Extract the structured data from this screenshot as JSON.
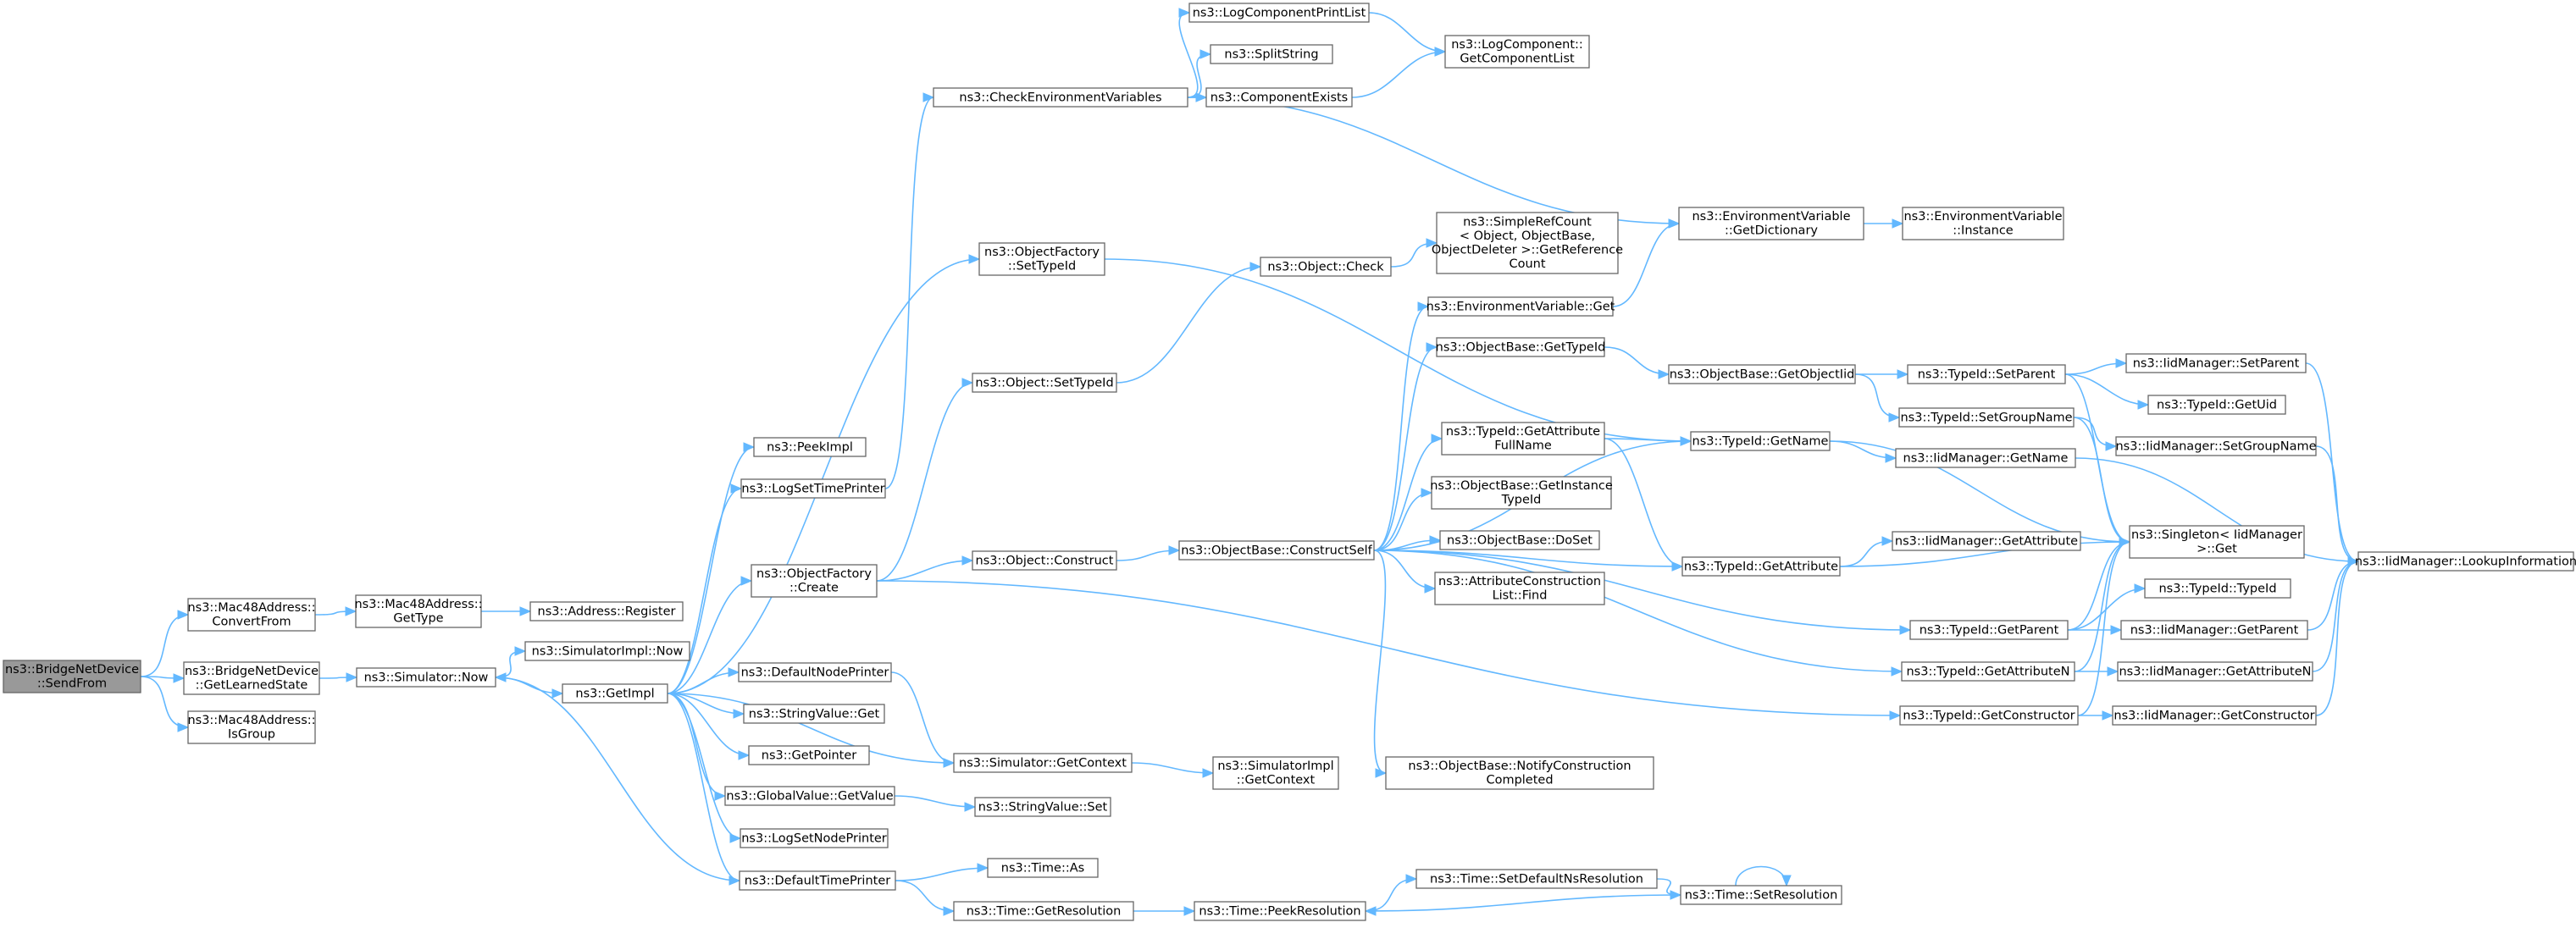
{
  "diagram": {
    "nodes": [
      {
        "id": "root",
        "lines": [
          "ns3::BridgeNetDevice",
          "::SendFrom"
        ],
        "root": true
      },
      {
        "id": "mac_convert",
        "lines": [
          "ns3::Mac48Address::",
          "ConvertFrom"
        ]
      },
      {
        "id": "bridge_learned",
        "lines": [
          "ns3::BridgeNetDevice",
          "::GetLearnedState"
        ]
      },
      {
        "id": "mac_isgroup",
        "lines": [
          "ns3::Mac48Address::",
          "IsGroup"
        ]
      },
      {
        "id": "mac_gettype",
        "lines": [
          "ns3::Mac48Address::",
          "GetType"
        ]
      },
      {
        "id": "addr_register",
        "lines": [
          "ns3::Address::Register"
        ]
      },
      {
        "id": "sim_now",
        "lines": [
          "ns3::Simulator::Now"
        ]
      },
      {
        "id": "simimpl_now",
        "lines": [
          "ns3::SimulatorImpl::Now"
        ]
      },
      {
        "id": "getimpl",
        "lines": [
          "ns3::GetImpl"
        ]
      },
      {
        "id": "peekimpl",
        "lines": [
          "ns3::PeekImpl"
        ]
      },
      {
        "id": "logsettime",
        "lines": [
          "ns3::LogSetTimePrinter"
        ]
      },
      {
        "id": "objfactory_create",
        "lines": [
          "ns3::ObjectFactory",
          "::Create"
        ]
      },
      {
        "id": "defnodeprinter",
        "lines": [
          "ns3::DefaultNodePrinter"
        ]
      },
      {
        "id": "stringvalue_get",
        "lines": [
          "ns3::StringValue::Get"
        ]
      },
      {
        "id": "getpointer",
        "lines": [
          "ns3::GetPointer"
        ]
      },
      {
        "id": "globalvalue_get",
        "lines": [
          "ns3::GlobalValue::GetValue"
        ]
      },
      {
        "id": "logsetnode",
        "lines": [
          "ns3::LogSetNodePrinter"
        ]
      },
      {
        "id": "deftimeprinter",
        "lines": [
          "ns3::DefaultTimePrinter"
        ]
      },
      {
        "id": "checkenv",
        "lines": [
          "ns3::CheckEnvironmentVariables"
        ]
      },
      {
        "id": "logcompprint",
        "lines": [
          "ns3::LogComponentPrintList"
        ]
      },
      {
        "id": "splitstring",
        "lines": [
          "ns3::SplitString"
        ]
      },
      {
        "id": "compexists",
        "lines": [
          "ns3::ComponentExists"
        ]
      },
      {
        "id": "logcomp_getlist",
        "lines": [
          "ns3::LogComponent::",
          "GetComponentList"
        ]
      },
      {
        "id": "objfactory_settypeid",
        "lines": [
          "ns3::ObjectFactory",
          "::SetTypeId"
        ]
      },
      {
        "id": "object_settypeid",
        "lines": [
          "ns3::Object::SetTypeId"
        ]
      },
      {
        "id": "object_check",
        "lines": [
          "ns3::Object::Check"
        ]
      },
      {
        "id": "simplerefcount",
        "lines": [
          "ns3::SimpleRefCount",
          "< Object, ObjectBase,",
          "ObjectDeleter >::GetReference",
          "Count"
        ]
      },
      {
        "id": "object_construct",
        "lines": [
          "ns3::Object::Construct"
        ]
      },
      {
        "id": "sim_getcontext",
        "lines": [
          "ns3::Simulator::GetContext"
        ]
      },
      {
        "id": "simimpl_getcontext",
        "lines": [
          "ns3::SimulatorImpl",
          "::GetContext"
        ]
      },
      {
        "id": "stringvalue_set",
        "lines": [
          "ns3::StringValue::Set"
        ]
      },
      {
        "id": "time_as",
        "lines": [
          "ns3::Time::As"
        ]
      },
      {
        "id": "time_getres",
        "lines": [
          "ns3::Time::GetResolution"
        ]
      },
      {
        "id": "time_peekres",
        "lines": [
          "ns3::Time::PeekResolution"
        ]
      },
      {
        "id": "time_setdefns",
        "lines": [
          "ns3::Time::SetDefaultNsResolution"
        ]
      },
      {
        "id": "time_setres",
        "lines": [
          "ns3::Time::SetResolution"
        ]
      },
      {
        "id": "objbase_constructself",
        "lines": [
          "ns3::ObjectBase::ConstructSelf"
        ]
      },
      {
        "id": "envvar_get",
        "lines": [
          "ns3::EnvironmentVariable::Get"
        ]
      },
      {
        "id": "envvar_getdict",
        "lines": [
          "ns3::EnvironmentVariable",
          "::GetDictionary"
        ]
      },
      {
        "id": "envvar_instance",
        "lines": [
          "ns3::EnvironmentVariable",
          "::Instance"
        ]
      },
      {
        "id": "objbase_gettypeid",
        "lines": [
          "ns3::ObjectBase::GetTypeId"
        ]
      },
      {
        "id": "typeid_getattrfullname",
        "lines": [
          "ns3::TypeId::GetAttribute",
          "FullName"
        ]
      },
      {
        "id": "objbase_getinstancetypeid",
        "lines": [
          "ns3::ObjectBase::GetInstance",
          "TypeId"
        ]
      },
      {
        "id": "objbase_doset",
        "lines": [
          "ns3::ObjectBase::DoSet"
        ]
      },
      {
        "id": "attrconstruct_find",
        "lines": [
          "ns3::AttributeConstruction",
          "List::Find"
        ]
      },
      {
        "id": "objbase_notify",
        "lines": [
          "ns3::ObjectBase::NotifyConstruction",
          "Completed"
        ]
      },
      {
        "id": "objbase_getobjectiid",
        "lines": [
          "ns3::ObjectBase::GetObjectIid"
        ]
      },
      {
        "id": "typeid_getname",
        "lines": [
          "ns3::TypeId::GetName"
        ]
      },
      {
        "id": "typeid_getattribute",
        "lines": [
          "ns3::TypeId::GetAttribute"
        ]
      },
      {
        "id": "typeid_getparent",
        "lines": [
          "ns3::TypeId::GetParent"
        ]
      },
      {
        "id": "typeid_getattributen",
        "lines": [
          "ns3::TypeId::GetAttributeN"
        ]
      },
      {
        "id": "typeid_getconstructor",
        "lines": [
          "ns3::TypeId::GetConstructor"
        ]
      },
      {
        "id": "typeid_setparent",
        "lines": [
          "ns3::TypeId::SetParent"
        ]
      },
      {
        "id": "typeid_setgroupname",
        "lines": [
          "ns3::TypeId::SetGroupName"
        ]
      },
      {
        "id": "iid_getname",
        "lines": [
          "ns3::IidManager::GetName"
        ]
      },
      {
        "id": "iid_getattribute",
        "lines": [
          "ns3::IidManager::GetAttribute"
        ]
      },
      {
        "id": "singleton_get",
        "lines": [
          "ns3::Singleton< IidManager",
          ">::Get"
        ]
      },
      {
        "id": "typeid_typeid",
        "lines": [
          "ns3::TypeId::TypeId"
        ]
      },
      {
        "id": "iid_setparent",
        "lines": [
          "ns3::IidManager::SetParent"
        ]
      },
      {
        "id": "typeid_getuid",
        "lines": [
          "ns3::TypeId::GetUid"
        ]
      },
      {
        "id": "iid_setgroupname",
        "lines": [
          "ns3::IidManager::SetGroupName"
        ]
      },
      {
        "id": "iid_getparent",
        "lines": [
          "ns3::IidManager::GetParent"
        ]
      },
      {
        "id": "iid_getattributen",
        "lines": [
          "ns3::IidManager::GetAttributeN"
        ]
      },
      {
        "id": "iid_getconstructor",
        "lines": [
          "ns3::IidManager::GetConstructor"
        ]
      },
      {
        "id": "iid_lookup",
        "lines": [
          "ns3::IidManager::LookupInformation"
        ]
      }
    ],
    "edges": [
      [
        "root",
        "mac_convert"
      ],
      [
        "root",
        "bridge_learned"
      ],
      [
        "root",
        "mac_isgroup"
      ],
      [
        "mac_convert",
        "mac_gettype"
      ],
      [
        "mac_gettype",
        "addr_register"
      ],
      [
        "bridge_learned",
        "sim_now"
      ],
      [
        "sim_now",
        "simimpl_now"
      ],
      [
        "sim_now",
        "getimpl"
      ],
      [
        "getimpl",
        "peekimpl"
      ],
      [
        "getimpl",
        "logsettime"
      ],
      [
        "getimpl",
        "objfactory_create"
      ],
      [
        "getimpl",
        "defnodeprinter"
      ],
      [
        "getimpl",
        "stringvalue_get"
      ],
      [
        "getimpl",
        "getpointer"
      ],
      [
        "getimpl",
        "globalvalue_get"
      ],
      [
        "getimpl",
        "logsetnode"
      ],
      [
        "getimpl",
        "deftimeprinter"
      ],
      [
        "getimpl",
        "sim_getcontext"
      ],
      [
        "getimpl",
        "objfactory_settypeid"
      ],
      [
        "logsettime",
        "checkenv"
      ],
      [
        "objfactory_create",
        "object_settypeid"
      ],
      [
        "objfactory_create",
        "object_construct"
      ],
      [
        "objfactory_create",
        "typeid_getconstructor"
      ],
      [
        "defnodeprinter",
        "sim_getcontext"
      ],
      [
        "globalvalue_get",
        "stringvalue_set"
      ],
      [
        "deftimeprinter",
        "sim_now"
      ],
      [
        "deftimeprinter",
        "time_as"
      ],
      [
        "deftimeprinter",
        "time_getres"
      ],
      [
        "checkenv",
        "logcompprint"
      ],
      [
        "checkenv",
        "splitstring"
      ],
      [
        "checkenv",
        "compexists"
      ],
      [
        "checkenv",
        "envvar_getdict"
      ],
      [
        "logcompprint",
        "logcomp_getlist"
      ],
      [
        "compexists",
        "logcomp_getlist"
      ],
      [
        "objfactory_settypeid",
        "typeid_getname"
      ],
      [
        "object_settypeid",
        "object_check"
      ],
      [
        "object_check",
        "simplerefcount"
      ],
      [
        "object_construct",
        "objbase_constructself"
      ],
      [
        "sim_getcontext",
        "simimpl_getcontext"
      ],
      [
        "time_getres",
        "time_peekres"
      ],
      [
        "time_peekres",
        "time_setdefns"
      ],
      [
        "time_setdefns",
        "time_setres"
      ],
      [
        "time_setres",
        "time_peekres"
      ],
      [
        "time_setres",
        "time_setres"
      ],
      [
        "objbase_constructself",
        "envvar_get"
      ],
      [
        "objbase_constructself",
        "objbase_gettypeid"
      ],
      [
        "objbase_constructself",
        "typeid_getattrfullname"
      ],
      [
        "objbase_constructself",
        "objbase_getinstancetypeid"
      ],
      [
        "objbase_constructself",
        "objbase_doset"
      ],
      [
        "objbase_constructself",
        "attrconstruct_find"
      ],
      [
        "objbase_constructself",
        "objbase_notify"
      ],
      [
        "objbase_constructself",
        "typeid_getname"
      ],
      [
        "objbase_constructself",
        "typeid_getattribute"
      ],
      [
        "objbase_constructself",
        "typeid_getparent"
      ],
      [
        "objbase_constructself",
        "typeid_getattributen"
      ],
      [
        "envvar_get",
        "envvar_getdict"
      ],
      [
        "envvar_getdict",
        "envvar_instance"
      ],
      [
        "objbase_gettypeid",
        "objbase_getobjectiid"
      ],
      [
        "objbase_getobjectiid",
        "typeid_setparent"
      ],
      [
        "objbase_getobjectiid",
        "typeid_setgroupname"
      ],
      [
        "typeid_getattrfullname",
        "typeid_getname"
      ],
      [
        "typeid_getattrfullname",
        "typeid_getattribute"
      ],
      [
        "typeid_getname",
        "iid_getname"
      ],
      [
        "typeid_getname",
        "singleton_get"
      ],
      [
        "typeid_getattribute",
        "iid_getattribute"
      ],
      [
        "typeid_getattribute",
        "singleton_get"
      ],
      [
        "typeid_getparent",
        "iid_getparent"
      ],
      [
        "typeid_getparent",
        "typeid_typeid"
      ],
      [
        "typeid_getparent",
        "singleton_get"
      ],
      [
        "typeid_getattributen",
        "iid_getattributen"
      ],
      [
        "typeid_getattributen",
        "singleton_get"
      ],
      [
        "typeid_getconstructor",
        "iid_getconstructor"
      ],
      [
        "typeid_getconstructor",
        "singleton_get"
      ],
      [
        "typeid_setparent",
        "iid_setparent"
      ],
      [
        "typeid_setparent",
        "typeid_getuid"
      ],
      [
        "typeid_setparent",
        "singleton_get"
      ],
      [
        "typeid_setgroupname",
        "iid_setgroupname"
      ],
      [
        "typeid_setgroupname",
        "singleton_get"
      ],
      [
        "iid_getname",
        "iid_lookup"
      ],
      [
        "iid_setparent",
        "iid_lookup"
      ],
      [
        "iid_setgroupname",
        "iid_lookup"
      ],
      [
        "iid_getparent",
        "iid_lookup"
      ],
      [
        "iid_getattributen",
        "iid_lookup"
      ],
      [
        "iid_getconstructor",
        "iid_lookup"
      ]
    ]
  }
}
